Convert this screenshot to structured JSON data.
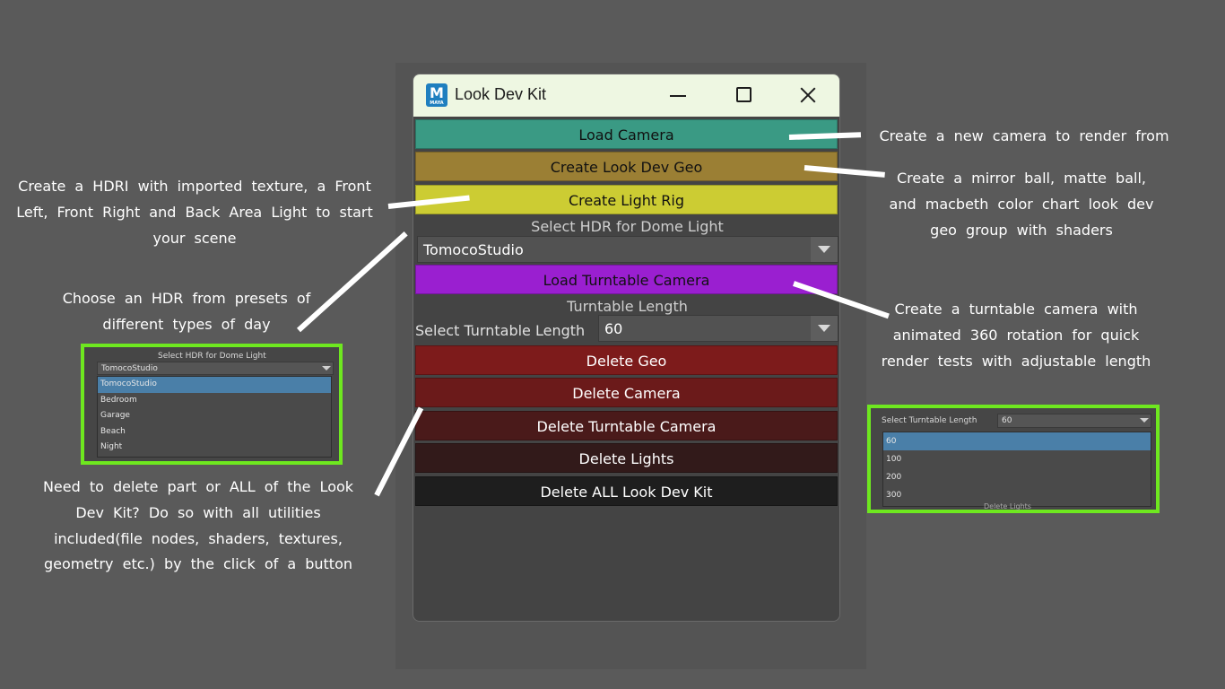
{
  "window": {
    "title": "Look Dev Kit",
    "icon_label": "M"
  },
  "buttons": {
    "load_camera": "Load Camera",
    "create_look_dev_geo": "Create Look Dev Geo",
    "create_light_rig": "Create Light Rig",
    "load_turntable_camera": "Load Turntable Camera",
    "delete_geo": "Delete Geo",
    "delete_camera": "Delete Camera",
    "delete_turntable_camera": "Delete Turntable Camera",
    "delete_lights": "Delete Lights",
    "delete_all": "Delete ALL Look Dev Kit"
  },
  "hdr": {
    "label": "Select HDR for Dome Light",
    "selected": "TomocoStudio",
    "options": [
      "TomocoStudio",
      "Bedroom",
      "Garage",
      "Beach",
      "Night"
    ]
  },
  "turntable": {
    "section_label": "Turntable Length",
    "field_label": "Select Turntable Length",
    "selected": "60",
    "options": [
      "60",
      "100",
      "200",
      "300"
    ],
    "under_label_partial": "Delete Lights"
  },
  "annotations": {
    "load_camera": "Create a new camera to render from",
    "look_dev_geo": "Create a mirror ball, matte ball, and macbeth color chart look dev geo group with shaders",
    "light_rig": "Create a HDRI with imported texture, a Front Left, Front Right and Back Area Light to start your scene",
    "hdr_presets": "Choose an HDR from presets of different types of day",
    "turntable": "Create a turntable camera with animated 360 rotation for quick render tests with adjustable length",
    "delete": "Need to delete part or ALL of the Look Dev Kit? Do so with all utilities included(file nodes, shaders, textures, geometry etc.) by the click of a button"
  },
  "colors": {
    "load_camera": "#3a9a84",
    "look_dev_geo": "#9b7f34",
    "light_rig": "#cccc33",
    "turntable": "#9a1fd0",
    "delete_geo": "#7d1b1b",
    "delete_camera": "#6b1a1a",
    "delete_turntable": "#4a1a1a",
    "delete_lights": "#321a1a",
    "delete_all": "#1e1e1e",
    "highlight": "#6ee81f"
  }
}
